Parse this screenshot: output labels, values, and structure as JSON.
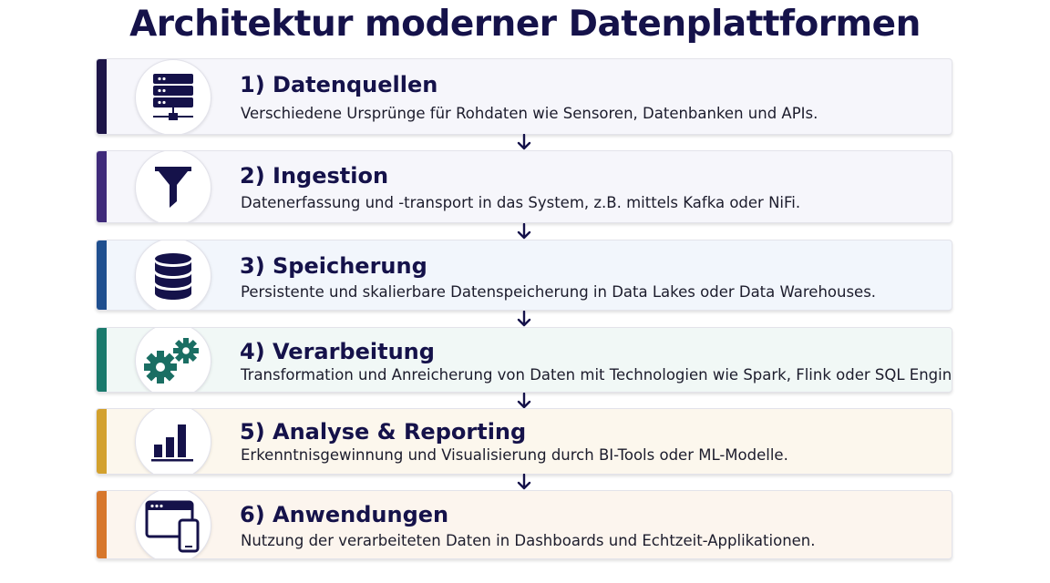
{
  "title": "Architektur moderner Datenplattformen",
  "colors": {
    "navy": "#15124a",
    "accents": [
      "#1d1548",
      "#3f2a7a",
      "#1f4f8f",
      "#1a7a6c",
      "#d3a12e",
      "#d7772c"
    ]
  },
  "steps": [
    {
      "title": "1) Datenquellen",
      "description": "Verschiedene Ursprünge für Rohdaten wie Sensoren, Datenbanken und APIs.",
      "icon": "server-icon"
    },
    {
      "title": "2) Ingestion",
      "description": "Datenerfassung und -transport in das System, z.B. mittels Kafka oder NiFi.",
      "icon": "funnel-icon"
    },
    {
      "title": "3) Speicherung",
      "description": "Persistente und skalierbare Datenspeicherung in Data Lakes oder Data Warehouses.",
      "icon": "database-icon"
    },
    {
      "title": "4) Verarbeitung",
      "description": "Transformation und Anreicherung von Daten mit Technologien wie Spark, Flink oder SQL Engines.",
      "icon": "gears-icon"
    },
    {
      "title": "5) Analyse & Reporting",
      "description": "Erkenntnisgewinnung und Visualisierung durch BI-Tools oder ML-Modelle.",
      "icon": "bar-chart-icon"
    },
    {
      "title": "6) Anwendungen",
      "description": "Nutzung der verarbeiteten Daten in Dashboards und Echtzeit-Applikationen.",
      "icon": "devices-icon"
    }
  ]
}
